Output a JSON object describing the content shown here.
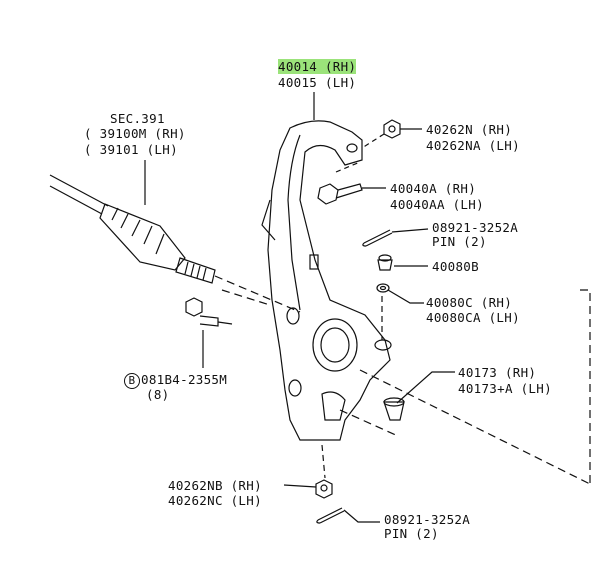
{
  "parts": {
    "knuckle": {
      "rh": "40014 (RH)",
      "lh": "40015 (LH)",
      "highlight_color": "#9be37a"
    },
    "drive_shaft": {
      "sec": "SEC.391",
      "rh": "( 39100M (RH)",
      "lh": "( 39101 (LH)"
    },
    "nut_upper": {
      "rh": "40262N (RH)",
      "lh": "40262NA (LH)"
    },
    "bolt": {
      "rh": "40040A (RH)",
      "lh": "40040AA (LH)"
    },
    "pin_upper": {
      "part": "08921-3252A",
      "qty": "PIN (2)"
    },
    "nut_mid": {
      "part": "40080B"
    },
    "washer": {
      "rh": "40080C (RH)",
      "lh": "40080CA (LH)"
    },
    "hub_bolt": {
      "marker": "B",
      "part": "081B4-2355M",
      "qty": "(8)"
    },
    "bushing": {
      "rh": "40173 (RH)",
      "lh": "40173+A (LH)"
    },
    "nut_lower": {
      "rh": "40262NB (RH)",
      "lh": "40262NC (LH)"
    },
    "pin_lower": {
      "part": "08921-3252A",
      "qty": "PIN (2)"
    }
  }
}
